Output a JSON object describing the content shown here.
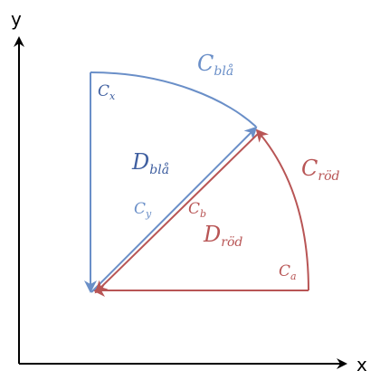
{
  "axes": {
    "x_label": "x",
    "y_label": "y"
  },
  "labels": {
    "c_bla": {
      "base": "C",
      "sub": "blå"
    },
    "c_x": {
      "base": "C",
      "sub": "x"
    },
    "d_bla": {
      "base": "D",
      "sub": "blå"
    },
    "c_y": {
      "base": "C",
      "sub": "y"
    },
    "c_b": {
      "base": "C",
      "sub": "b"
    },
    "c_rod": {
      "base": "C",
      "sub": "röd"
    },
    "d_rod": {
      "base": "D",
      "sub": "röd"
    },
    "c_a": {
      "base": "C",
      "sub": "a"
    }
  },
  "colors": {
    "axis": "#000000",
    "blue": "#6a8fc8",
    "blue_dark": "#3f5fa0",
    "red": "#b85555"
  }
}
